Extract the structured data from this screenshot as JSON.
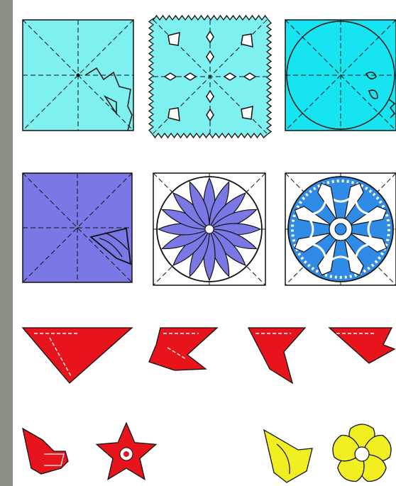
{
  "colors": {
    "background": "#8a8f84",
    "sheet": "#ffffff",
    "cyan_light": "#7ff0f0",
    "cyan": "#16e4f0",
    "violet": "#7b78e6",
    "blue": "#2f8be6",
    "red": "#e8141c",
    "yellow": "#f1ef22",
    "ink": "#111111"
  },
  "figures": [
    {
      "name": "square-fold-pattern-cyan",
      "color": "cyan_light"
    },
    {
      "name": "snowflake-zigzag-square-cyan",
      "color": "cyan_light"
    },
    {
      "name": "circle-fold-pattern-cyan",
      "color": "cyan"
    },
    {
      "name": "square-fold-pattern-violet",
      "color": "violet"
    },
    {
      "name": "sunflower-circle-violet",
      "color": "violet"
    },
    {
      "name": "ornament-circle-blue",
      "color": "blue"
    },
    {
      "name": "folded-triangle-red",
      "color": "red"
    },
    {
      "name": "folded-triangle-cut-red",
      "color": "red"
    },
    {
      "name": "folded-wedge-red",
      "color": "red"
    },
    {
      "name": "folded-wedge-small-red",
      "color": "red"
    },
    {
      "name": "star-fold-red",
      "color": "red"
    },
    {
      "name": "star-red",
      "color": "red"
    },
    {
      "name": "petal-fold-yellow",
      "color": "yellow"
    },
    {
      "name": "flower-yellow",
      "color": "yellow"
    }
  ]
}
